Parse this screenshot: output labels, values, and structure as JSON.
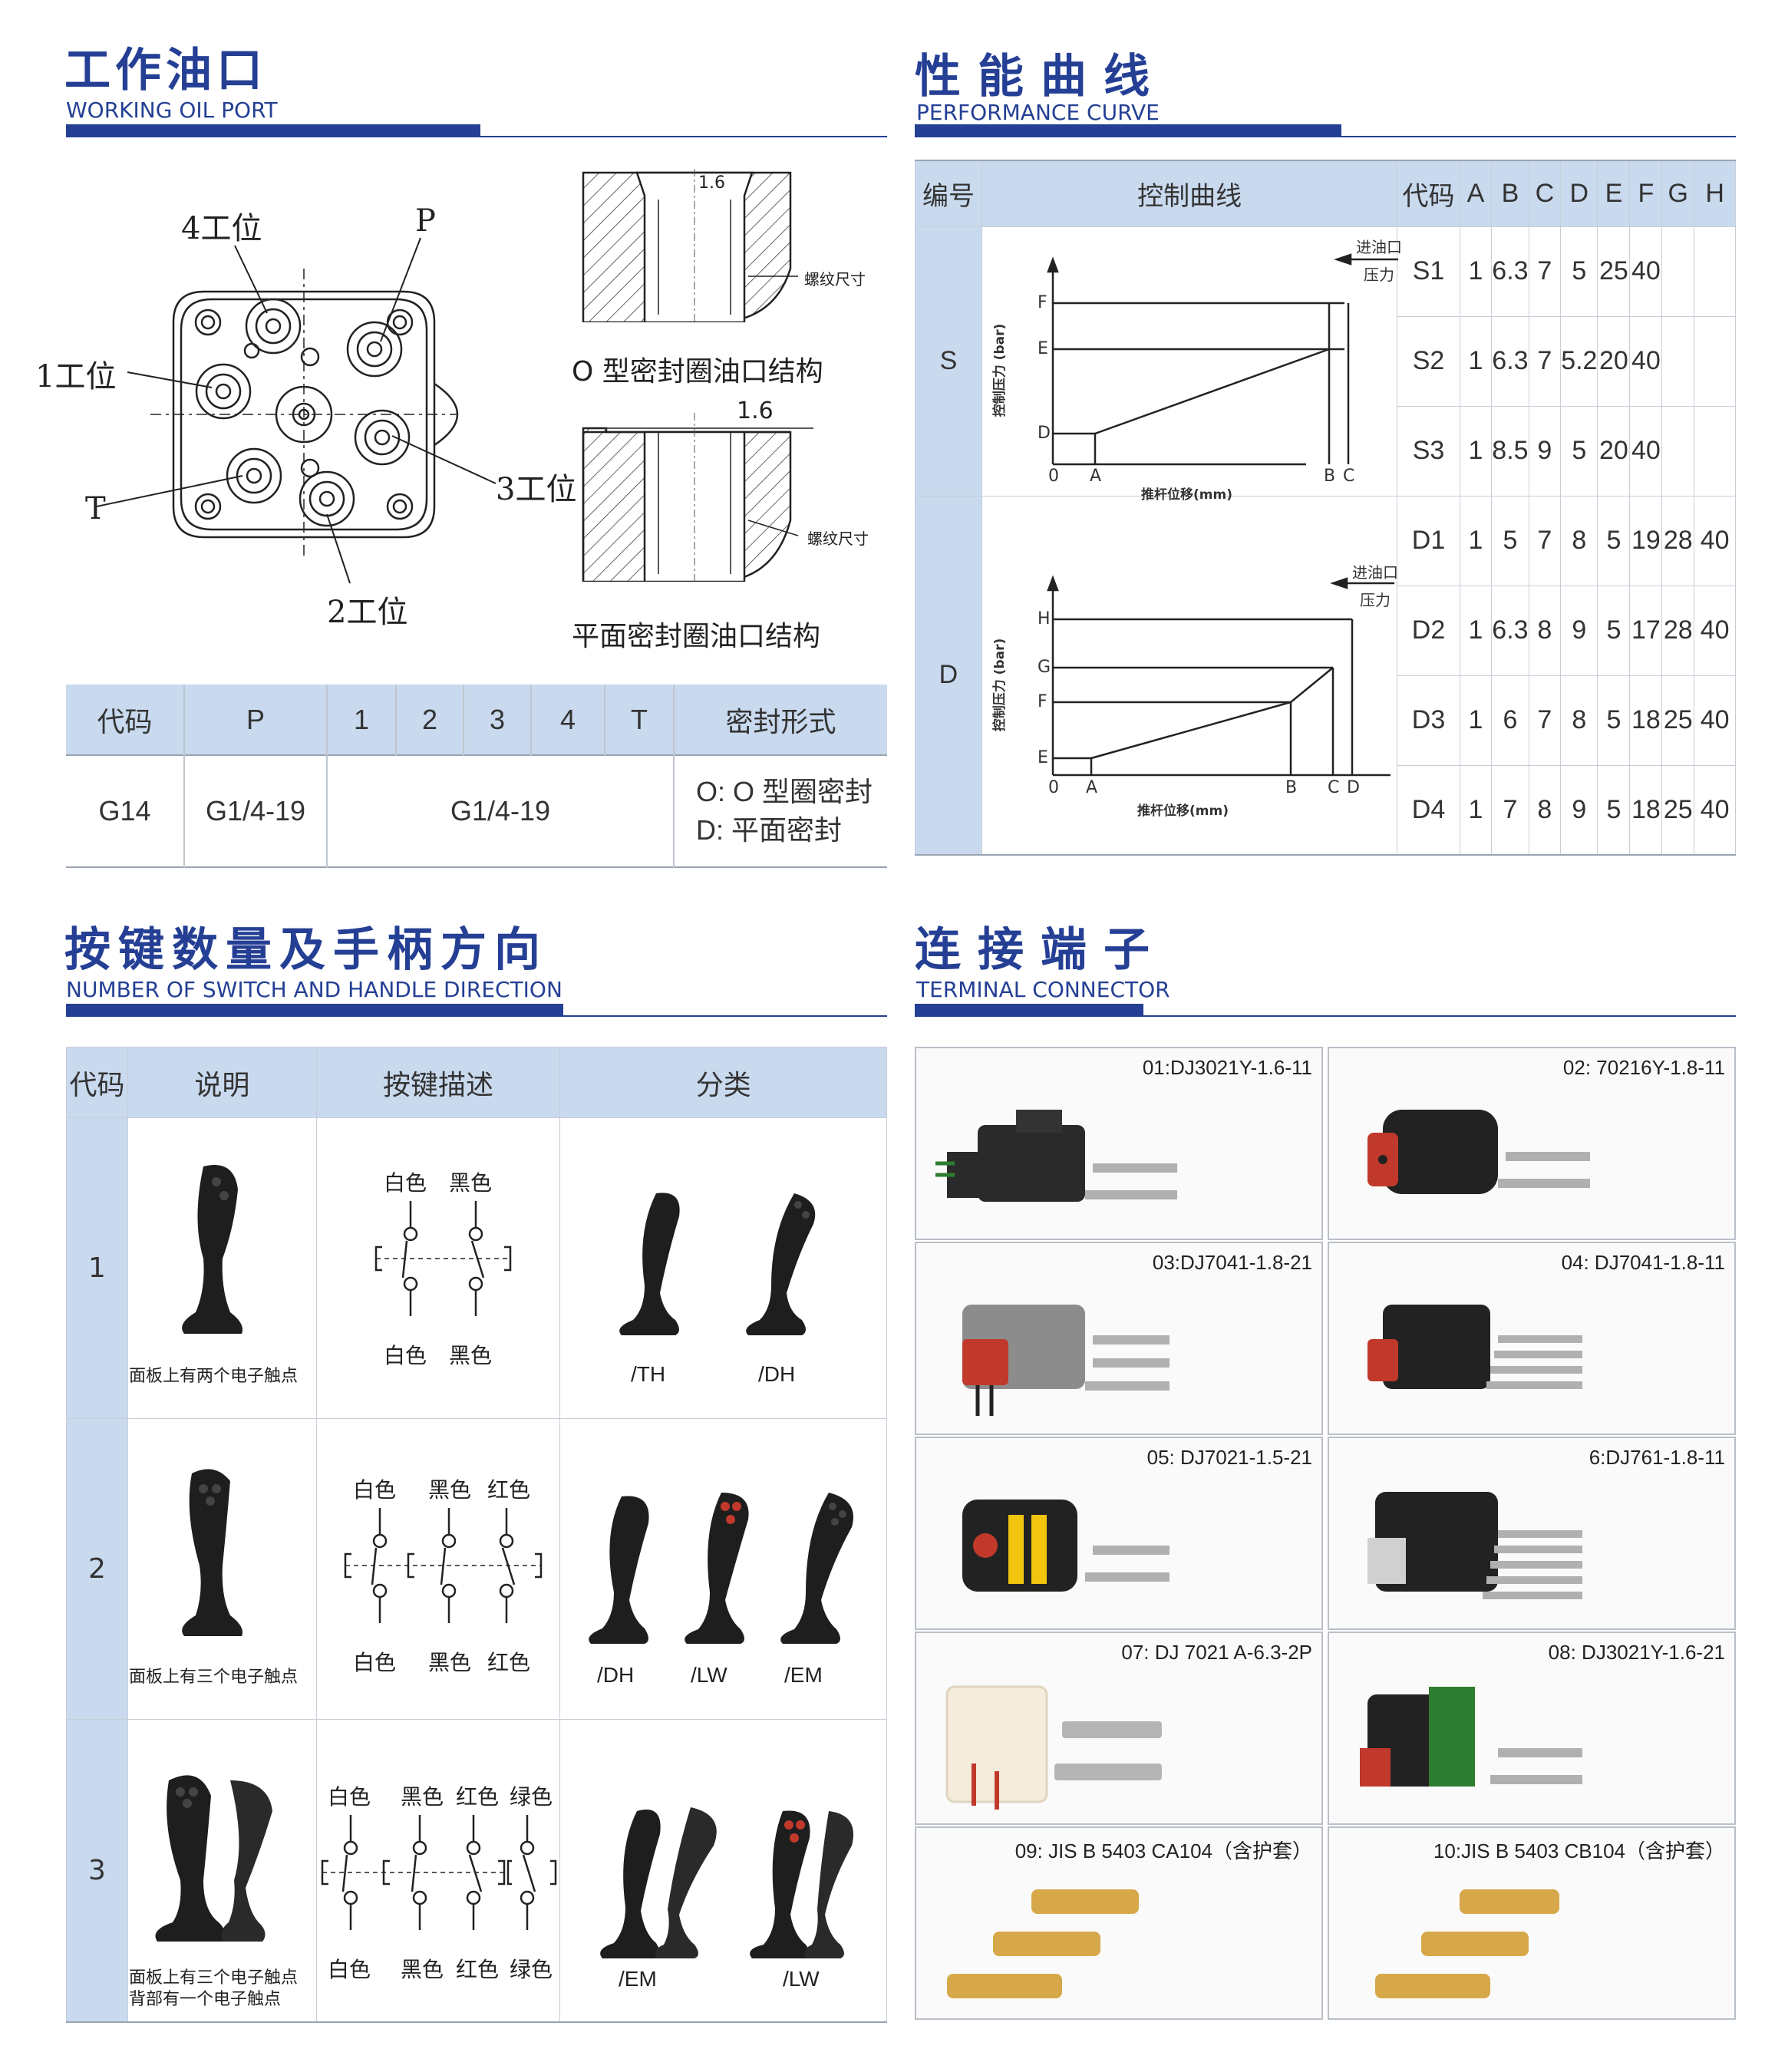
{
  "sections": {
    "oil": {
      "cn": "工作油口",
      "en": "WORKING OIL PORT"
    },
    "perf": {
      "cn": "性能曲线",
      "en": "PERFORMANCE CURVE"
    },
    "switch": {
      "cn": "按键数量及手柄方向",
      "en": "NUMBER OF SWITCH AND HANDLE DIRECTION"
    },
    "terminal": {
      "cn": "连接端子",
      "en": "TERMINAL CONNECTOR"
    }
  },
  "oil_drawing": {
    "labels": {
      "p4": "4工位",
      "p": "P",
      "p1": "1工位",
      "t": "T",
      "p3": "3工位",
      "p2": "2工位"
    },
    "o_ring_title": "O 型密封圈油口结构",
    "flat_title": "平面密封圈油口结构",
    "thread_note": "螺纹尺寸",
    "dim": "1.6"
  },
  "oil_table": {
    "headers": [
      "代码",
      "P",
      "1",
      "2",
      "3",
      "4",
      "T",
      "密封形式"
    ],
    "row": {
      "code": "G14",
      "p": "G1/4-19",
      "ports": "G1/4-19",
      "seal_o": "O: O 型圈密封",
      "seal_d": "D: 平面密封"
    }
  },
  "perf_table": {
    "headers": {
      "num": "编号",
      "curve": "控制曲线",
      "code": "代码",
      "cols": [
        "A",
        "B",
        "C",
        "D",
        "E",
        "F",
        "G",
        "H"
      ]
    },
    "groups": [
      {
        "name": "S",
        "rows": [
          {
            "code": "S1",
            "vals": [
              "1",
              "6.3",
              "7",
              "5",
              "25",
              "40",
              "",
              ""
            ]
          },
          {
            "code": "S2",
            "vals": [
              "1",
              "6.3",
              "7",
              "5.2",
              "20",
              "40",
              "",
              ""
            ]
          },
          {
            "code": "S3",
            "vals": [
              "1",
              "8.5",
              "9",
              "5",
              "20",
              "40",
              "",
              ""
            ]
          }
        ]
      },
      {
        "name": "D",
        "rows": [
          {
            "code": "D1",
            "vals": [
              "1",
              "5",
              "7",
              "8",
              "5",
              "19",
              "28",
              "40"
            ]
          },
          {
            "code": "D2",
            "vals": [
              "1",
              "6.3",
              "8",
              "9",
              "5",
              "17",
              "28",
              "40"
            ]
          },
          {
            "code": "D3",
            "vals": [
              "1",
              "6",
              "7",
              "8",
              "5",
              "18",
              "25",
              "40"
            ]
          },
          {
            "code": "D4",
            "vals": [
              "1",
              "7",
              "8",
              "9",
              "5",
              "18",
              "25",
              "40"
            ]
          }
        ]
      }
    ],
    "chart_s": {
      "inlet": "进油口",
      "pressure": "压力",
      "ylabel": "控制压力 (bar)",
      "xlabel": "推杆位移(mm)",
      "xticks": [
        "0",
        "A",
        "B",
        "C"
      ],
      "yticks": [
        "F",
        "E",
        "D"
      ]
    },
    "chart_d": {
      "inlet": "进油口",
      "pressure": "压力",
      "ylabel": "控制压力 (bar)",
      "xlabel": "推杆位移(mm)",
      "xticks": [
        "0",
        "A",
        "B",
        "C",
        "D"
      ],
      "yticks": [
        "H",
        "G",
        "F",
        "E"
      ]
    }
  },
  "switch_table": {
    "headers": [
      "代码",
      "说明",
      "按键描述",
      "分类"
    ],
    "rows": [
      {
        "code": "1",
        "note1": "面板上有两个电子触点",
        "note2": "",
        "top": [
          "白色",
          "黑色"
        ],
        "bottom": [
          "白色",
          "黑色"
        ],
        "variants": [
          "/TH",
          "/DH"
        ]
      },
      {
        "code": "2",
        "note1": "面板上有三个电子触点",
        "note2": "",
        "top": [
          "白色",
          "黑色",
          "红色"
        ],
        "bottom": [
          "白色",
          "黑色",
          "红色"
        ],
        "variants": [
          "/DH",
          "/LW",
          "/EM"
        ]
      },
      {
        "code": "3",
        "note1": "面板上有三个电子触点",
        "note2": "背部有一个电子触点",
        "top": [
          "白色",
          "黑色",
          "红色",
          "绿色"
        ],
        "bottom": [
          "白色",
          "黑色",
          "红色",
          "绿色"
        ],
        "variants": [
          "/EM",
          "/LW"
        ]
      }
    ]
  },
  "connectors": [
    {
      "label": "01:DJ3021Y-1.6-11"
    },
    {
      "label": "02: 70216Y-1.8-11"
    },
    {
      "label": "03:DJ7041-1.8-21"
    },
    {
      "label": "04:  DJ7041-1.8-11"
    },
    {
      "label": "05:  DJ7021-1.5-21"
    },
    {
      "label": "6:DJ761-1.8-11"
    },
    {
      "label": "07: DJ 7021 A-6.3-2P"
    },
    {
      "label": "08: DJ3021Y-1.6-21"
    },
    {
      "label": "09: JIS B 5403 CA104（含护套）"
    },
    {
      "label": "10:JIS B 5403 CB104（含护套）"
    }
  ],
  "colors": {
    "brand": "#243f94",
    "header_bg": "#c9d9ee"
  }
}
